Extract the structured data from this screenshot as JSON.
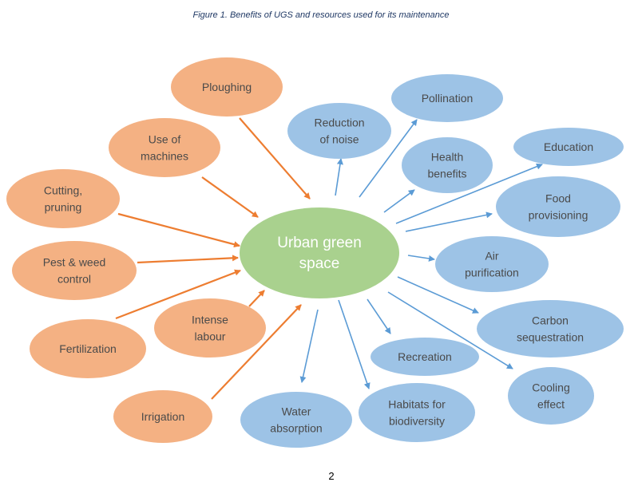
{
  "caption": "Figure 1. Benefits of UGS and resources used for its maintenance",
  "page_number": "2",
  "colors": {
    "resource_fill": "#f4b183",
    "resource_arrow": "#ed7d31",
    "benefit_fill": "#9dc3e6",
    "benefit_arrow": "#5b9bd5",
    "center_fill": "#a9d18e"
  },
  "center": {
    "id": "center",
    "label": [
      "Urban green",
      "space"
    ]
  },
  "resources": [
    {
      "id": "ploughing",
      "label": [
        "Ploughing"
      ]
    },
    {
      "id": "use-of-machines",
      "label": [
        "Use of",
        "machines"
      ]
    },
    {
      "id": "cutting-pruning",
      "label": [
        "Cutting,",
        "pruning"
      ]
    },
    {
      "id": "pest-weed-control",
      "label": [
        "Pest & weed",
        "control"
      ]
    },
    {
      "id": "fertilization",
      "label": [
        "Fertilization"
      ]
    },
    {
      "id": "intense-labour",
      "label": [
        "Intense",
        "labour"
      ]
    },
    {
      "id": "irrigation",
      "label": [
        "Irrigation"
      ]
    }
  ],
  "benefits": [
    {
      "id": "reduction-of-noise",
      "label": [
        "Reduction",
        "of noise"
      ]
    },
    {
      "id": "pollination",
      "label": [
        "Pollination"
      ]
    },
    {
      "id": "health-benefits",
      "label": [
        "Health",
        "benefits"
      ]
    },
    {
      "id": "education",
      "label": [
        "Education"
      ]
    },
    {
      "id": "food-provisioning",
      "label": [
        "Food",
        "provisioning"
      ]
    },
    {
      "id": "air-purification",
      "label": [
        "Air",
        "purification"
      ]
    },
    {
      "id": "carbon-sequestration",
      "label": [
        "Carbon",
        "sequestration"
      ]
    },
    {
      "id": "cooling-effect",
      "label": [
        "Cooling",
        "effect"
      ]
    },
    {
      "id": "recreation",
      "label": [
        "Recreation"
      ]
    },
    {
      "id": "habitats-for-biodiversity",
      "label": [
        "Habitats for",
        "biodiversity"
      ]
    },
    {
      "id": "water-absorption",
      "label": [
        "Water",
        "absorption"
      ]
    }
  ]
}
